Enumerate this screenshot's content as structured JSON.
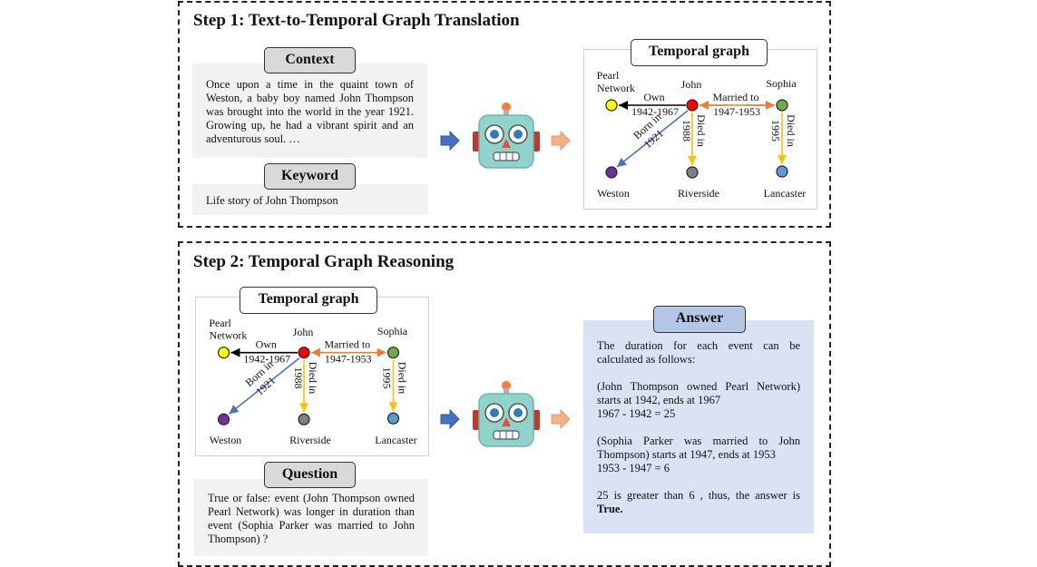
{
  "step1": {
    "title": "Step 1: Text-to-Temporal Graph Translation",
    "context_label": "Context",
    "context_text": "Once upon a time in the quaint town of Weston, a baby boy named John Thompson was brought into the world in the year 1921. Growing up, he had a vibrant spirit and an adventurous soul. …",
    "keyword_label": "Keyword",
    "keyword_text": "Life story of John Thompson",
    "graph_label": "Temporal graph"
  },
  "step2": {
    "title": "Step 2: Temporal Graph Reasoning",
    "graph_label": "Temporal graph",
    "question_label": "Question",
    "question_text": "True or false: event (John Thompson owned Pearl Network) was longer in duration than event (Sophia Parker was married to John Thompson) ?",
    "answer_label": "Answer",
    "answer": {
      "intro": "The duration for each event can be calculated as follows:",
      "event1": "(John Thompson owned Pearl Network) starts at 1942, ends at 1967",
      "calc1": "1967 - 1942 = 25",
      "event2": "(Sophia Parker was married to John Thompson) starts at 1947, ends at 1953",
      "calc2": "1953 - 1947 = 6",
      "conclusion": "25 is greater than 6 , thus, the answer is",
      "final": "True."
    }
  },
  "graph": {
    "nodes": {
      "pearl_line1": "Pearl",
      "pearl_line2": "Network",
      "john": "John",
      "sophia": "Sophia",
      "weston": "Weston",
      "riverside": "Riverside",
      "lancaster": "Lancaster"
    },
    "edges": {
      "own": "Own",
      "own_years": "1942-1967",
      "married": "Married to",
      "married_years": "1947-1953",
      "born": "Born in",
      "born_year": "1921",
      "died": "Died in",
      "died_john_year": "1988",
      "died_sophia_year": "1995"
    },
    "colors": {
      "pearl": "#ffff00",
      "john": "#ff0000",
      "sophia": "#70ad47",
      "weston": "#7030a0",
      "riverside": "#808080",
      "lancaster": "#5b9bd5",
      "died_edge": "#ffc000",
      "married_edge": "#ed7d31",
      "born_edge": "#4472c4",
      "own_edge": "#000000"
    }
  },
  "icons": {
    "flow_in": "blue-arrow-icon",
    "flow_out": "salmon-arrow-icon",
    "llm": "robot-icon"
  }
}
